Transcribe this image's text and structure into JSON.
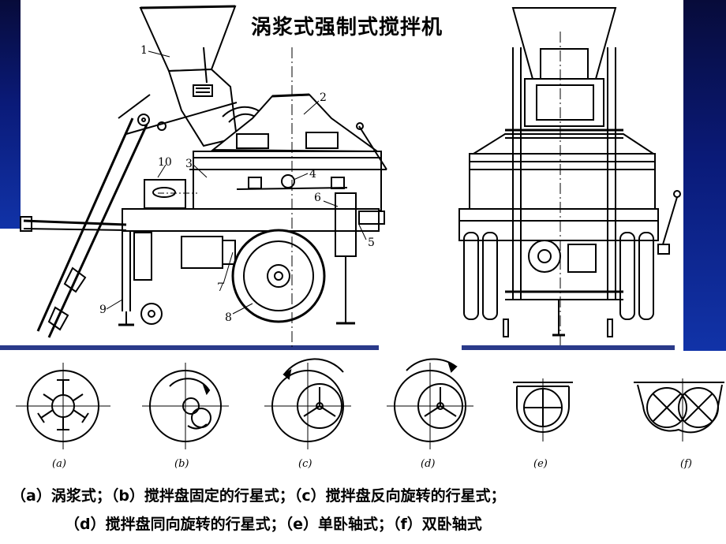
{
  "title": "涡浆式强制式搅拌机",
  "part_numbers": [
    "1",
    "2",
    "3",
    "4",
    "5",
    "6",
    "7",
    "8",
    "9",
    "10"
  ],
  "mixer_types": [
    "(a)",
    "(b)",
    "(c)",
    "(d)",
    "(e)",
    "(f)"
  ],
  "caption_line1": "（a）涡浆式；（b）搅拌盘固定的行星式；（c）搅拌盘反向旋转的行星式；",
  "caption_line2": "（d）搅拌盘同向旋转的行星式；（e）单卧轴式；（f）双卧轴式"
}
